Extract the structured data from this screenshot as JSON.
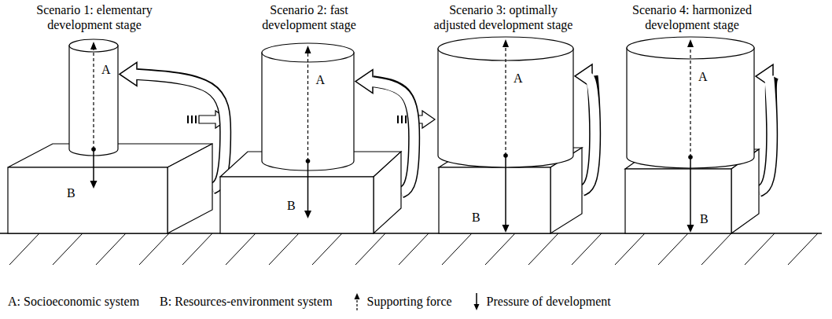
{
  "diagram": {
    "nodes": [
      {
        "text": [
          "A"
        ]
      },
      {
        "text": [
          "B"
        ]
      },
      {
        "text": [
          "A"
        ]
      },
      {
        "text": [
          "B"
        ]
      },
      {
        "text": [
          "A"
        ]
      },
      {
        "text": [
          "B"
        ]
      },
      {
        "text": [
          "A"
        ]
      },
      {
        "text": [
          "B"
        ]
      }
    ],
    "edges": [
      {
        "from": 1,
        "to": 0,
        "arrow": "to"
      },
      {
        "from": 3,
        "to": 2,
        "arrow": "to"
      },
      {
        "from": 5,
        "to": 4,
        "arrow": "to"
      },
      {
        "from": 7,
        "to": 6,
        "arrow": "to"
      }
    ],
    "labels": [
      "Scenario 1: elementary development stage",
      "Scenario 2: fast development stage",
      "Scenario 3: optimally adjusted development stage",
      "Scenario 4: harmonized development stage"
    ],
    "legend": [
      {
        "text": "A: Socioeconomic system"
      },
      {
        "text": "B: Resources-environment system"
      },
      {
        "text": "Supporting force"
      },
      {
        "text": "Pressure of development"
      }
    ]
  }
}
